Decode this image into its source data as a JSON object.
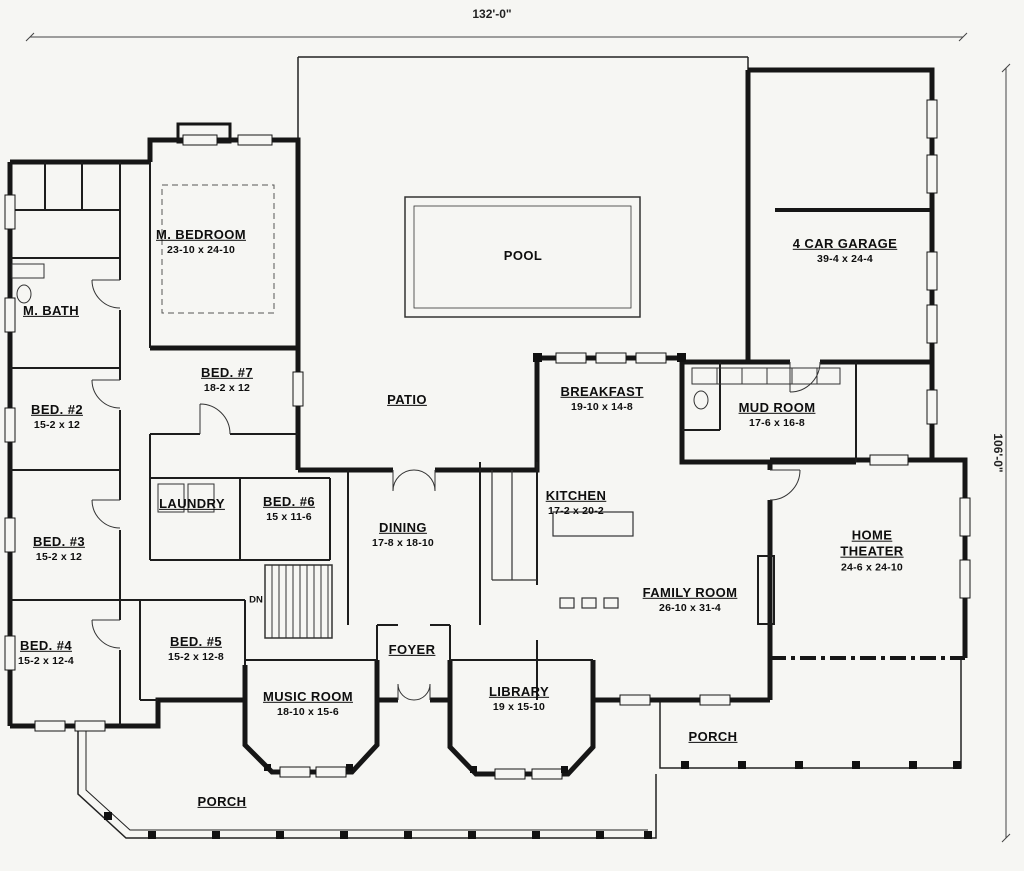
{
  "dimensions": {
    "width": "132'-0\"",
    "height": "106'-0\""
  },
  "stairs_label": "DN",
  "rooms": [
    {
      "name": "M. BEDROOM",
      "dims": "23-10 x 24-10"
    },
    {
      "name": "M. BATH",
      "dims": ""
    },
    {
      "name": "POOL",
      "dims": ""
    },
    {
      "name": "4 CAR GARAGE",
      "dims": "39-4 x 24-4"
    },
    {
      "name": "BED. #7",
      "dims": "18-2 x 12"
    },
    {
      "name": "PATIO",
      "dims": ""
    },
    {
      "name": "BREAKFAST",
      "dims": "19-10 x 14-8"
    },
    {
      "name": "MUD ROOM",
      "dims": "17-6 x 16-8"
    },
    {
      "name": "BED. #2",
      "dims": "15-2 x 12"
    },
    {
      "name": "LAUNDRY",
      "dims": ""
    },
    {
      "name": "BED. #6",
      "dims": "15 x 11-6"
    },
    {
      "name": "KITCHEN",
      "dims": "17-2 x 20-2"
    },
    {
      "name": "DINING",
      "dims": "17-8 x 18-10"
    },
    {
      "name": "HOME THEATER",
      "dims": "24-6 x 24-10"
    },
    {
      "name": "BED. #3",
      "dims": "15-2 x 12"
    },
    {
      "name": "FAMILY ROOM",
      "dims": "26-10 x 31-4"
    },
    {
      "name": "BED. #4",
      "dims": "15-2 x 12-4"
    },
    {
      "name": "BED. #5",
      "dims": "15-2 x 12-8"
    },
    {
      "name": "FOYER",
      "dims": ""
    },
    {
      "name": "MUSIC ROOM",
      "dims": "18-10 x 15-6"
    },
    {
      "name": "LIBRARY",
      "dims": "19 x 15-10"
    },
    {
      "name": "PORCH",
      "dims": ""
    },
    {
      "name": "PORCH",
      "dims": ""
    }
  ]
}
